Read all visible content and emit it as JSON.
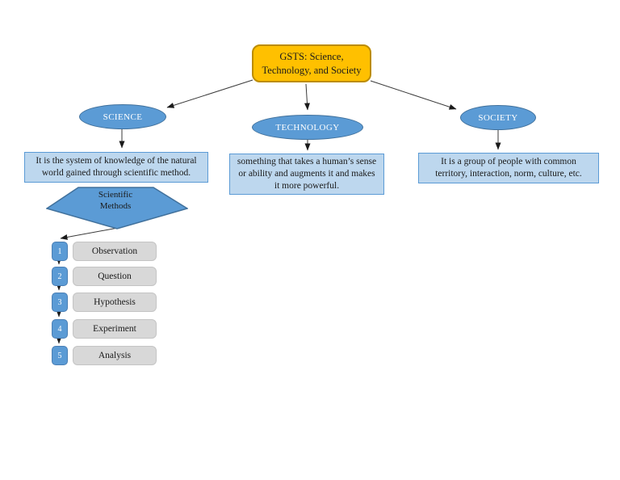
{
  "root_node": {
    "label": "GSTS: Science,\nTechnology, and Society"
  },
  "branches": [
    {
      "name": "SCIENCE",
      "definition": "It is the system of knowledge of the natural world gained through scientific method."
    },
    {
      "name": "TECHNOLOGY",
      "definition": "something that takes a human’s sense or ability and augments it and makes it more powerful."
    },
    {
      "name": "SOCIETY",
      "definition": "It is a group of people with common territory, interaction, norm, culture, etc."
    }
  ],
  "scientific_methods": {
    "label": "Scientific\nMethods",
    "steps": [
      {
        "num": "1",
        "label": "Observation"
      },
      {
        "num": "2",
        "label": "Question"
      },
      {
        "num": "3",
        "label": "Hypothesis"
      },
      {
        "num": "4",
        "label": "Experiment"
      },
      {
        "num": "5",
        "label": "Analysis"
      }
    ]
  },
  "colors": {
    "root_fill": "#FFC000",
    "root_border": "#BC8C00",
    "node_fill": "#5B9BD5",
    "node_border": "#41719C",
    "definition_fill": "#BDD7EE",
    "step_box_fill": "#D8D8D8",
    "connector": "#1a1a1a"
  }
}
